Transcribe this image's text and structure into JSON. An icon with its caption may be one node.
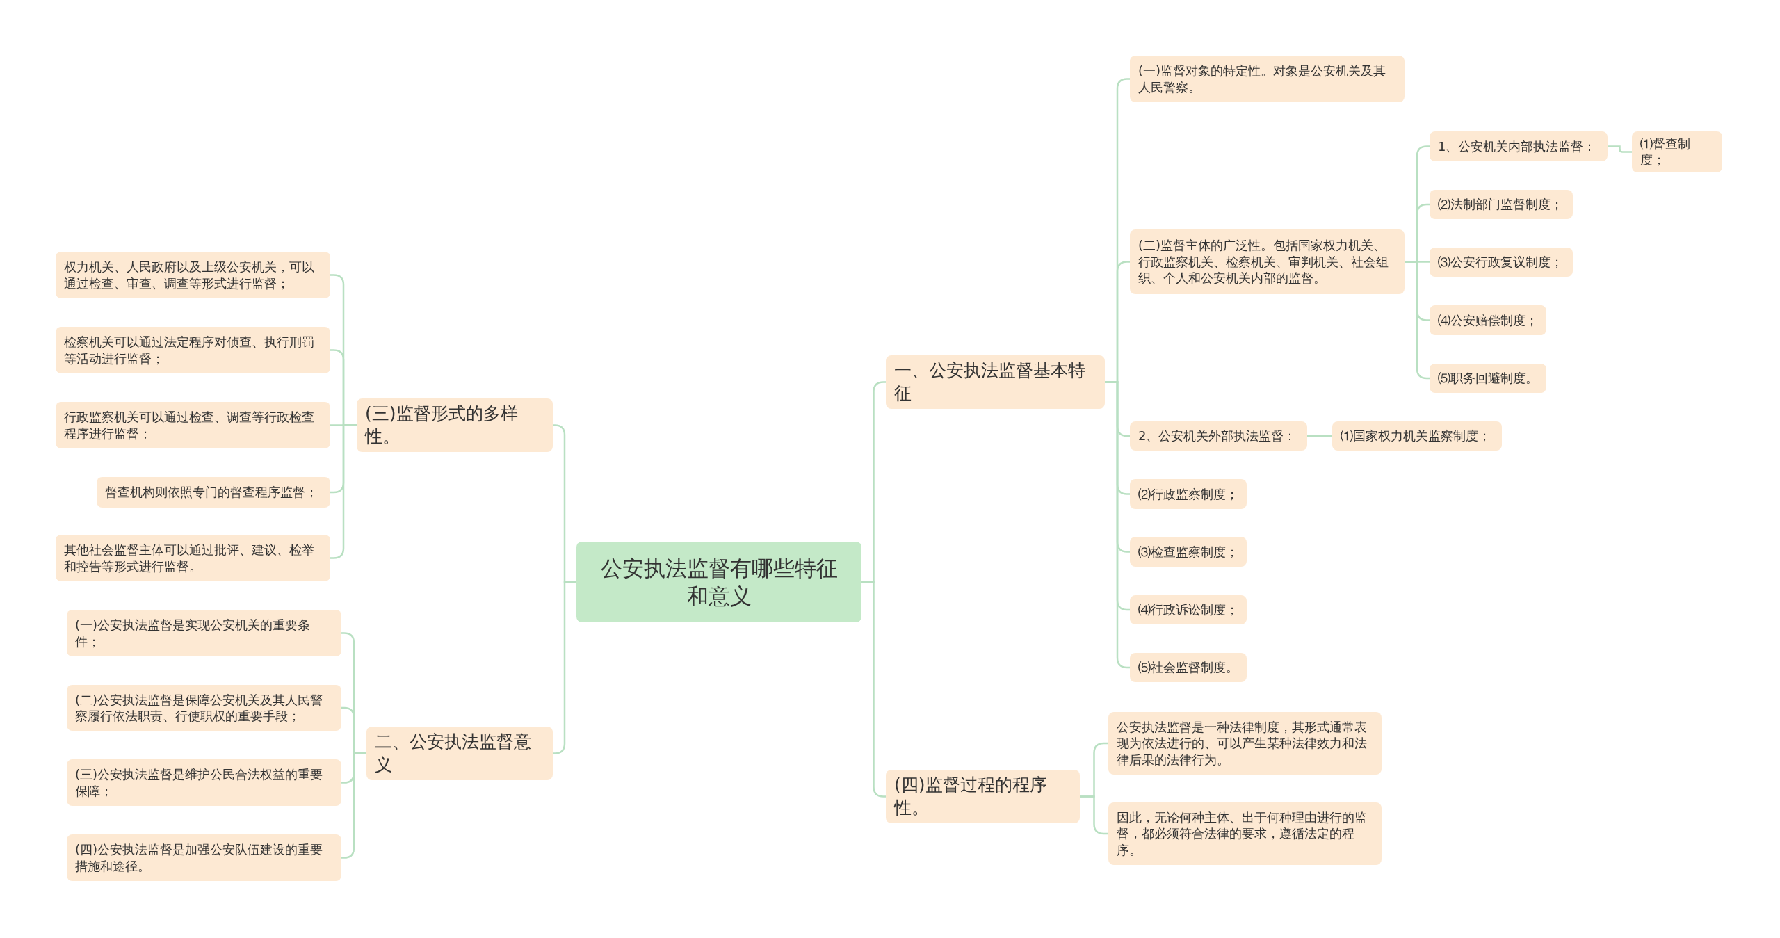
{
  "diagram": {
    "nodes": [
      {
        "text": [
          "公安执法监督有哪些特征和意义"
        ]
      },
      {
        "text": [
          "一、公安执法监督基本特征"
        ]
      },
      {
        "text": [
          "(一)监督对象的特定性。对象是公安机关及其人民警察。"
        ]
      },
      {
        "text": [
          "(二)监督主体的广泛性。包括国家权力机关、行政监察机关、检察机关、审判机关、社会组织、个人和公安机关内部的监督。"
        ]
      },
      {
        "text": [
          "1、公安机关内部执法监督："
        ]
      },
      {
        "text": [
          "⑴督查制度；"
        ]
      },
      {
        "text": [
          "⑵法制部门监督制度；"
        ]
      },
      {
        "text": [
          "⑶公安行政复议制度；"
        ]
      },
      {
        "text": [
          "⑷公安赔偿制度；"
        ]
      },
      {
        "text": [
          "⑸职务回避制度。"
        ]
      },
      {
        "text": [
          "2、公安机关外部执法监督："
        ]
      },
      {
        "text": [
          "⑴国家权力机关监察制度；"
        ]
      },
      {
        "text": [
          "⑵行政监察制度；"
        ]
      },
      {
        "text": [
          "⑶检查监察制度；"
        ]
      },
      {
        "text": [
          "⑷行政诉讼制度；"
        ]
      },
      {
        "text": [
          "⑸社会监督制度。"
        ]
      },
      {
        "text": [
          "(四)监督过程的程序性。"
        ]
      },
      {
        "text": [
          "公安执法监督是一种法律制度，其形式通常表现为依法进行的、可以产生某种法律效力和法律后果的法律行为。"
        ]
      },
      {
        "text": [
          "因此，无论何种主体、出于何种理由进行的监督，都必须符合法律的要求，遵循法定的程序。"
        ]
      },
      {
        "text": [
          "(三)监督形式的多样性。"
        ]
      },
      {
        "text": [
          "权力机关、人民政府以及上级公安机关，可以通过检查、审查、调查等形式进行监督；"
        ]
      },
      {
        "text": [
          "检察机关可以通过法定程序对侦查、执行刑罚等活动进行监督；"
        ]
      },
      {
        "text": [
          "行政监察机关可以通过检查、调查等行政检查程序进行监督；"
        ]
      },
      {
        "text": [
          "督查机构则依照专门的督查程序监督；"
        ]
      },
      {
        "text": [
          "其他社会监督主体可以通过批评、建议、检举和控告等形式进行监督。"
        ]
      },
      {
        "text": [
          "二、公安执法监督意义"
        ]
      },
      {
        "text": [
          "(一)公安执法监督是实现公安机关的重要条件；"
        ]
      },
      {
        "text": [
          "(二)公安执法监督是保障公安机关及其人民警察履行依法职责、行使职权的重要手段；"
        ]
      },
      {
        "text": [
          "(三)公安执法监督是维护公民合法权益的重要保障；"
        ]
      },
      {
        "text": [
          "(四)公安执法监督是加强公安队伍建设的重要措施和途径。"
        ]
      }
    ],
    "edges": [
      {
        "from": 0,
        "to": 1,
        "arrow": "none"
      },
      {
        "from": 1,
        "to": 2,
        "arrow": "none"
      },
      {
        "from": 1,
        "to": 3,
        "arrow": "none"
      },
      {
        "from": 3,
        "to": 4,
        "arrow": "none"
      },
      {
        "from": 4,
        "to": 5,
        "arrow": "none"
      },
      {
        "from": 3,
        "to": 6,
        "arrow": "none"
      },
      {
        "from": 3,
        "to": 7,
        "arrow": "none"
      },
      {
        "from": 3,
        "to": 8,
        "arrow": "none"
      },
      {
        "from": 3,
        "to": 9,
        "arrow": "none"
      },
      {
        "from": 1,
        "to": 10,
        "arrow": "none"
      },
      {
        "from": 10,
        "to": 11,
        "arrow": "none"
      },
      {
        "from": 1,
        "to": 12,
        "arrow": "none"
      },
      {
        "from": 1,
        "to": 13,
        "arrow": "none"
      },
      {
        "from": 1,
        "to": 14,
        "arrow": "none"
      },
      {
        "from": 1,
        "to": 15,
        "arrow": "none"
      },
      {
        "from": 0,
        "to": 16,
        "arrow": "none"
      },
      {
        "from": 16,
        "to": 17,
        "arrow": "none"
      },
      {
        "from": 16,
        "to": 18,
        "arrow": "none"
      },
      {
        "from": 0,
        "to": 19,
        "arrow": "none"
      },
      {
        "from": 19,
        "to": 20,
        "arrow": "none"
      },
      {
        "from": 19,
        "to": 21,
        "arrow": "none"
      },
      {
        "from": 19,
        "to": 22,
        "arrow": "none"
      },
      {
        "from": 19,
        "to": 23,
        "arrow": "none"
      },
      {
        "from": 19,
        "to": 24,
        "arrow": "none"
      },
      {
        "from": 0,
        "to": 25,
        "arrow": "none"
      },
      {
        "from": 25,
        "to": 26,
        "arrow": "none"
      },
      {
        "from": 25,
        "to": 27,
        "arrow": "none"
      },
      {
        "from": 25,
        "to": 28,
        "arrow": "none"
      },
      {
        "from": 25,
        "to": 29,
        "arrow": "none"
      }
    ]
  }
}
